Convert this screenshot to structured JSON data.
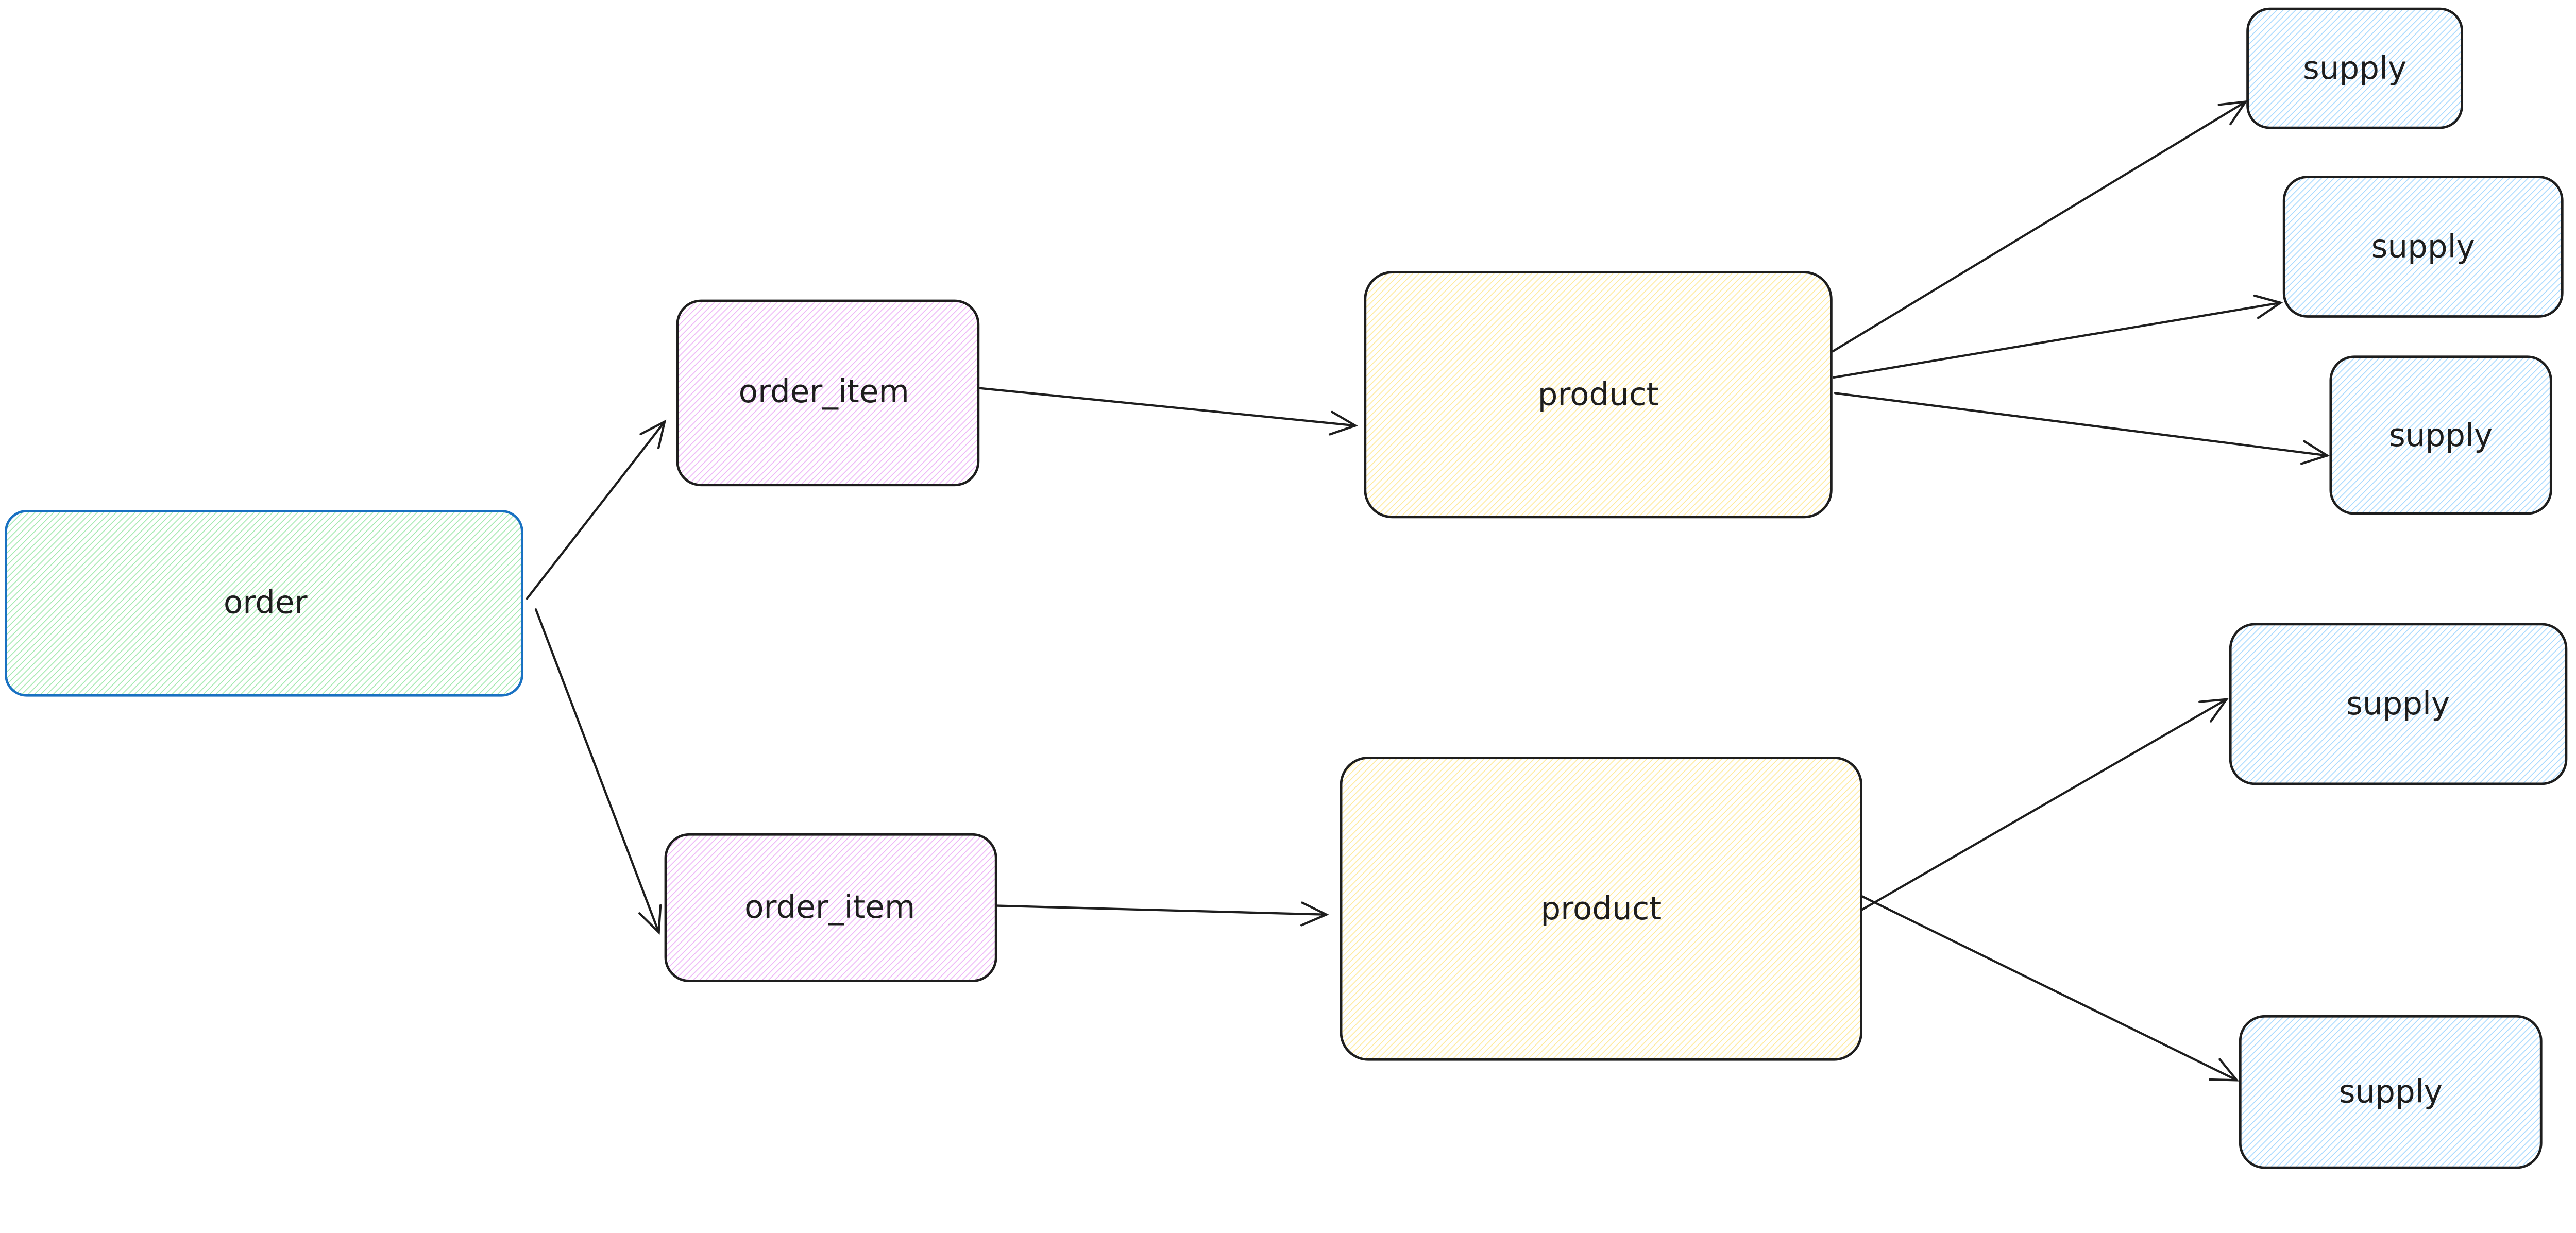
{
  "diagram_type": "entity-flow-sketch",
  "colors": {
    "background": "#ffffff",
    "stroke": "#1e1e1e",
    "arrow": "#1e1e1e",
    "order_border": "#1971c2",
    "order_fill": "#9fe8ac",
    "order_item_fill": "#edb3f7",
    "product_fill": "#ffe999",
    "supply_fill": "#a5d8ff"
  },
  "nodes": {
    "order": {
      "label": "order"
    },
    "order_item_1": {
      "label": "order_item"
    },
    "order_item_2": {
      "label": "order_item"
    },
    "product_1": {
      "label": "product"
    },
    "product_2": {
      "label": "product"
    },
    "supply_1": {
      "label": "supply"
    },
    "supply_2": {
      "label": "supply"
    },
    "supply_3": {
      "label": "supply"
    },
    "supply_4": {
      "label": "supply"
    },
    "supply_5": {
      "label": "supply"
    }
  },
  "edges": [
    {
      "from": "order",
      "to": "order_item_1"
    },
    {
      "from": "order",
      "to": "order_item_2"
    },
    {
      "from": "order_item_1",
      "to": "product_1"
    },
    {
      "from": "order_item_2",
      "to": "product_2"
    },
    {
      "from": "product_1",
      "to": "supply_1"
    },
    {
      "from": "product_1",
      "to": "supply_2"
    },
    {
      "from": "product_1",
      "to": "supply_3"
    },
    {
      "from": "product_2",
      "to": "supply_4"
    },
    {
      "from": "product_2",
      "to": "supply_5"
    }
  ]
}
